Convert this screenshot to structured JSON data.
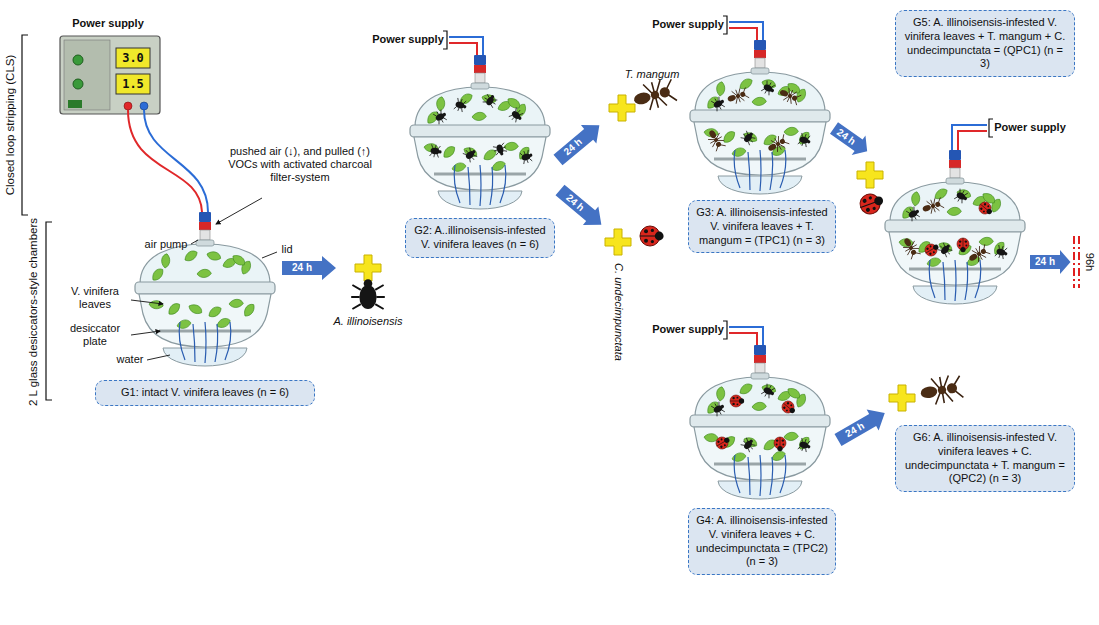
{
  "diagram": {
    "nodes": [
      {
        "text": [
          "G1: intact V. vinifera leaves (n = 6)"
        ]
      },
      {
        "text": [
          "G2: A..illinoisensis-infested V. vinifera leaves (n = 6)"
        ]
      },
      {
        "text": [
          "G3: A. illinoisensis-infested V. vinifera leaves + T. mangum = (TPC1) (n = 3)"
        ]
      },
      {
        "text": [
          "G4: A. illinoisensis-infested V. vinifera leaves + C. undecimpunctata = (TPC2) (n = 3)"
        ]
      },
      {
        "text": [
          "G5: A. illinoisensis-infested V. vinifera leaves + T. mangum + C. undecimpunctata = (QPC1) (n = 3)"
        ]
      },
      {
        "text": [
          "G6: A. illinoisensis-infested V. vinifera leaves + C. undecimpunctata + T. mangum = (QPC2) (n = 3)"
        ]
      }
    ],
    "labels": [
      "Closed loop stripping (CLS)",
      "2 L glass desiccators-style chambers",
      "Power supply",
      "3.0",
      "1.5",
      "pushed air (↓), and pulled (↑) VOCs with activated charcoal filter-system",
      "air pump",
      "lid",
      "V. vinifera leaves",
      "desiccator plate",
      "water",
      "24 h",
      "A. illinoisensis",
      "Power supply",
      "24 h",
      "T. mangum",
      "Power supply",
      "24 h",
      "C. undecimpunctata",
      "Power supply",
      "24 h",
      "Power supply",
      "24 h",
      "96h",
      "24 h"
    ]
  }
}
